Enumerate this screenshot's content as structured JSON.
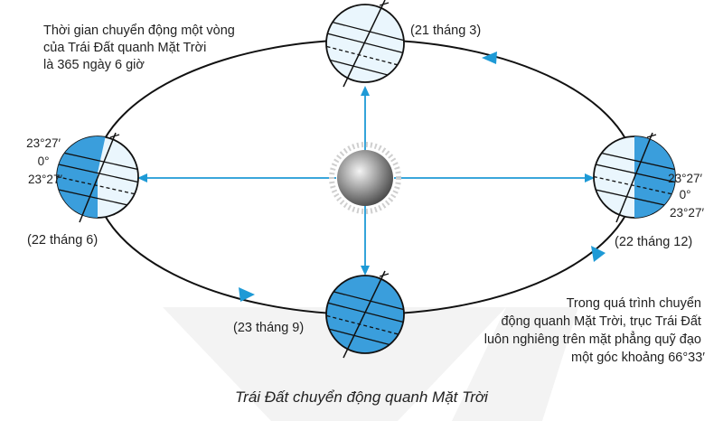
{
  "colors": {
    "orbit": "#111111",
    "arrow": "#1e9ad6",
    "lit_side": "#eaf6fd",
    "dark_side": "#3a9edc",
    "watermark": "#f1f1f1",
    "sun": "#8a8a8a"
  },
  "notes": {
    "period": [
      "Thời gian chuyển động một vòng",
      "của Trái Đất quanh Mặt Trời",
      "là 365 ngày 6 giờ"
    ],
    "axis_tilt": [
      "Trong quá trình chuyển",
      "động quanh Mặt Trời, trục Trái Đất",
      "luôn nghiêng trên mặt phẳng quỹ đạo",
      "một góc khoảng 66°33′"
    ]
  },
  "dates": {
    "march": "(21 tháng 3)",
    "june": "(22 tháng 6)",
    "september": "(23 tháng 9)",
    "december": "(22 tháng 12)"
  },
  "latitudes": {
    "north": "23°27′",
    "equator": "0°",
    "south": "23°27′"
  },
  "caption": "Trái Đất chuyển động quanh Mặt Trời"
}
